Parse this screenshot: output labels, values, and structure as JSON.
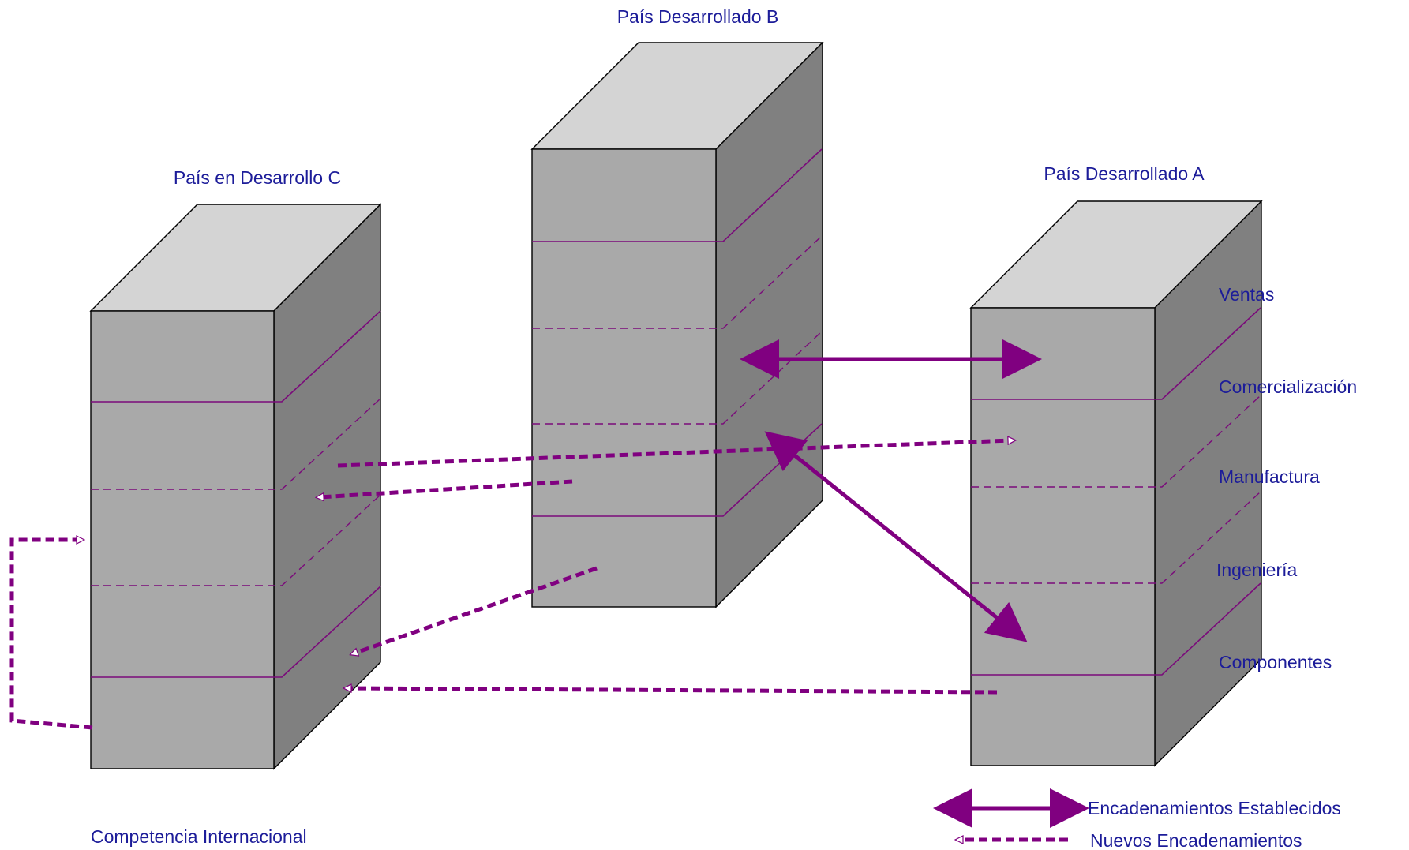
{
  "colors": {
    "box_front": "#a9a9a9",
    "box_top": "#d4d4d4",
    "box_side": "#808080",
    "band_line": "#7a0a7a",
    "link": "#800080",
    "text": "#1c1c99"
  },
  "countries": {
    "c": "País en Desarrollo C",
    "b": "País Desarrollado B",
    "a": "País Desarrollado A"
  },
  "stages": [
    "Ventas",
    "Comercialización",
    "Manufactura",
    "Ingeniería",
    "Componentes"
  ],
  "caption": "Competencia Internacional",
  "legend": {
    "established": "Encadenamientos Establecidos",
    "new": "Nuevos Encadenamientos"
  }
}
